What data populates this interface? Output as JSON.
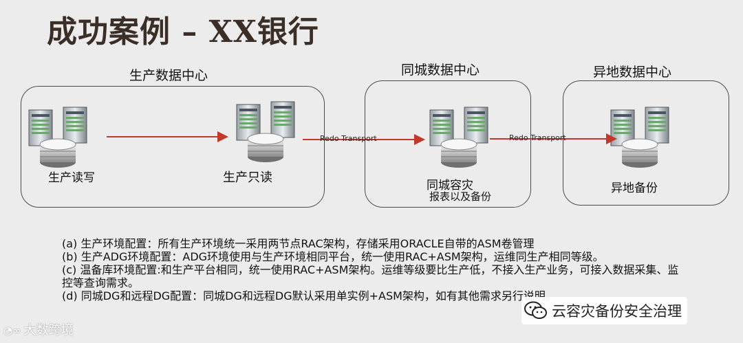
{
  "title": "成功案例 – XX银行",
  "datacenters": {
    "production": {
      "label": "生产数据中心",
      "nodes": [
        {
          "label": "生产读写"
        },
        {
          "label": "生产只读"
        }
      ]
    },
    "same_city": {
      "label": "同城数据中心",
      "node_label": "同城容灾",
      "node_sub_label": "报表以及备份"
    },
    "remote": {
      "label": "异地数据中心",
      "node_label": "异地备份"
    }
  },
  "links": [
    {
      "label": "Redo Transport"
    },
    {
      "label": "Redo Transport"
    }
  ],
  "arrow_color": "#c0392b",
  "notes": [
    "(a) 生产环境配置：所有生产环境统一采用两节点RAC架构，存储采用ORACLE自带的ASM卷管理",
    "(b) 生产ADG环境配置：ADG环境使用与生产环境相同平台，统一使用RAC+ASM架构，运维同生产相同等级。",
    "(c) 温备库环境配置:和生产平台相同，统一使用RAC+ASM架构。运维等级要比生产低，不接入生产业务，可接入数据采集、监控等查询需求。",
    "(d) 同城DG和远程DG配置：同城DG和远程DG默认采用单实例+ASM架构，如有其他需求另行说明。"
  ],
  "watermarks": {
    "source": "大数跨境",
    "wechat": "云容灾备份安全治理"
  }
}
